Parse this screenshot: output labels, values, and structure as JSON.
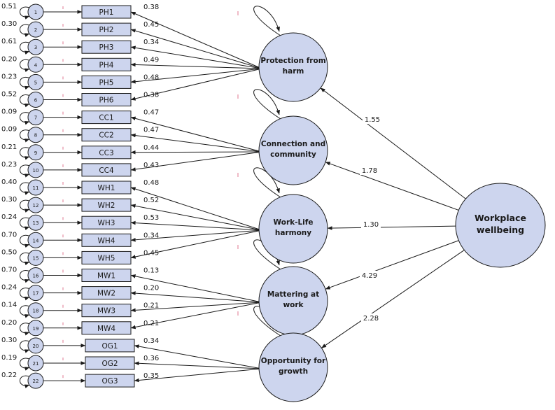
{
  "second_order": {
    "label_lines": [
      "Workplace",
      "wellbeing"
    ],
    "paths": [
      "1.55",
      "1.78",
      "1.30",
      "4.29",
      "2.28"
    ]
  },
  "factors": [
    {
      "label_lines": [
        "Protection from",
        "harm"
      ],
      "indicators": [
        {
          "error": "1",
          "variance": "0.51",
          "label": "PH1",
          "loading": "0.38"
        },
        {
          "error": "2",
          "variance": "0.30",
          "label": "PH2",
          "loading": "0.45"
        },
        {
          "error": "3",
          "variance": "0.61",
          "label": "PH3",
          "loading": "0.34"
        },
        {
          "error": "4",
          "variance": "0.20",
          "label": "PH4",
          "loading": "0.49"
        },
        {
          "error": "5",
          "variance": "0.23",
          "label": "PH5",
          "loading": "0.48"
        },
        {
          "error": "6",
          "variance": "0.52",
          "label": "PH6",
          "loading": "0.38"
        }
      ]
    },
    {
      "label_lines": [
        "Connection and",
        "community"
      ],
      "indicators": [
        {
          "error": "7",
          "variance": "0.09",
          "label": "CC1",
          "loading": "0.47"
        },
        {
          "error": "8",
          "variance": "0.09",
          "label": "CC2",
          "loading": "0.47"
        },
        {
          "error": "9",
          "variance": "0.21",
          "label": "CC3",
          "loading": "0.44"
        },
        {
          "error": "10",
          "variance": "0.23",
          "label": "CC4",
          "loading": "0.43"
        }
      ]
    },
    {
      "label_lines": [
        "Work-Life",
        "harmony"
      ],
      "indicators": [
        {
          "error": "11",
          "variance": "0.40",
          "label": "WH1",
          "loading": "0.48"
        },
        {
          "error": "12",
          "variance": "0.30",
          "label": "WH2",
          "loading": "0.52"
        },
        {
          "error": "13",
          "variance": "0.24",
          "label": "WH3",
          "loading": "0.53"
        },
        {
          "error": "14",
          "variance": "0.70",
          "label": "WH4",
          "loading": "0.34"
        },
        {
          "error": "15",
          "variance": "0.50",
          "label": "WH5",
          "loading": "0.45"
        }
      ]
    },
    {
      "label_lines": [
        "Mattering at",
        "work"
      ],
      "indicators": [
        {
          "error": "16",
          "variance": "0.70",
          "label": "MW1",
          "loading": "0.13"
        },
        {
          "error": "17",
          "variance": "0.24",
          "label": "MW2",
          "loading": "0.20"
        },
        {
          "error": "18",
          "variance": "0.14",
          "label": "MW3",
          "loading": "0.21"
        },
        {
          "error": "19",
          "variance": "0.20",
          "label": "MW4",
          "loading": "0.21"
        }
      ]
    },
    {
      "label_lines": [
        "Opportunity for",
        "growth"
      ],
      "indicators": [
        {
          "error": "20",
          "variance": "0.30",
          "label": "OG1",
          "loading": "0.34"
        },
        {
          "error": "21",
          "variance": "0.19",
          "label": "OG2",
          "loading": "0.36"
        },
        {
          "error": "22",
          "variance": "0.22",
          "label": "OG3",
          "loading": "0.35"
        }
      ]
    }
  ]
}
